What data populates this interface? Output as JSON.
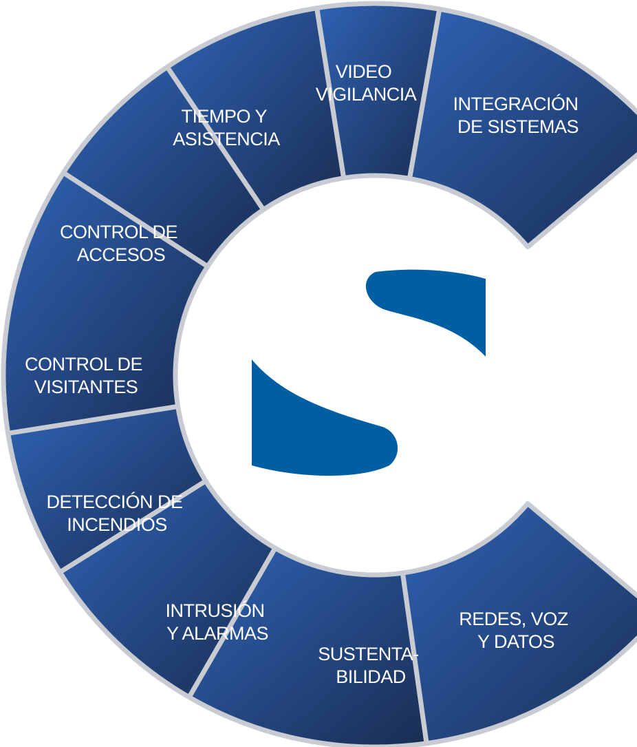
{
  "colors": {
    "segment_light": "#2f63b5",
    "segment_dark": "#1a2d52",
    "separator": "#c8ccd2",
    "logo": "#005fa3",
    "background": "#ffffff"
  },
  "segments": [
    {
      "id": "integracion",
      "lines": [
        "INTEGRACIÓN",
        "DE SISTEMAS"
      ]
    },
    {
      "id": "video",
      "lines": [
        "VIDEO",
        "VIGILANCIA"
      ]
    },
    {
      "id": "tiempo",
      "lines": [
        "TIEMPO Y",
        "ASISTENCIA"
      ]
    },
    {
      "id": "accesos",
      "lines": [
        "CONTROL DE",
        "ACCESOS"
      ]
    },
    {
      "id": "visitantes",
      "lines": [
        "CONTROL DE",
        "VISITANTES"
      ]
    },
    {
      "id": "incendios",
      "lines": [
        "DETECCIÓN DE",
        "INCENDIOS"
      ]
    },
    {
      "id": "intrusion",
      "lines": [
        "INTRUSIÓN",
        "Y ALARMAS"
      ]
    },
    {
      "id": "sustentabilidad",
      "lines": [
        "SUSTENTA-",
        "BILIDAD"
      ]
    },
    {
      "id": "redes",
      "lines": [
        "REDES, VOZ",
        "Y DATOS"
      ]
    }
  ],
  "logo": {
    "icon": "s-logo-icon"
  }
}
